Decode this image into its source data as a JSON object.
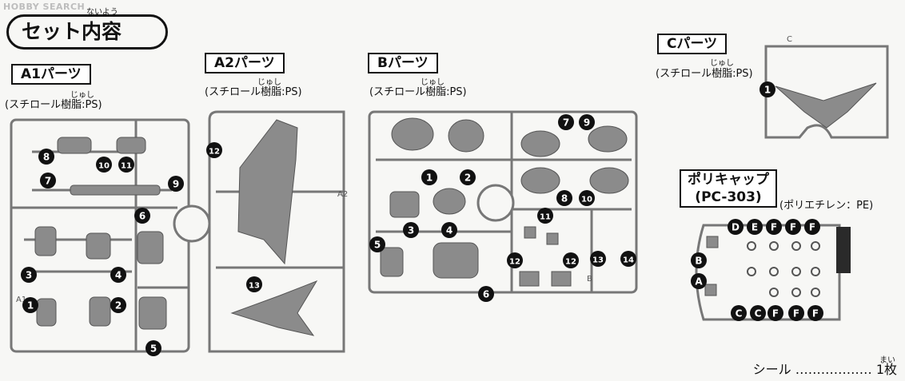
{
  "watermark": "HOBBY SEARCH",
  "title": {
    "text": "セット内容",
    "ruby": "ないよう"
  },
  "runners": {
    "a1": {
      "label": "A1パーツ",
      "ruby": "じゅし",
      "material": "(スチロール樹脂:PS)",
      "stamp": "A1",
      "parts": [
        "8",
        "7",
        "10",
        "11",
        "9",
        "6",
        "3",
        "4",
        "1",
        "2",
        "5"
      ]
    },
    "a2": {
      "label": "A2パーツ",
      "ruby": "じゅし",
      "material": "(スチロール樹脂:PS)",
      "stamp": "A2",
      "parts": [
        "12",
        "13"
      ]
    },
    "b": {
      "label": "Bパーツ",
      "ruby": "じゅし",
      "material": "(スチロール樹脂:PS)",
      "stamp": "B",
      "parts": [
        "7",
        "9",
        "1",
        "2",
        "8",
        "10",
        "3",
        "4",
        "11",
        "5",
        "12",
        "12",
        "13",
        "14",
        "6"
      ]
    },
    "c": {
      "label": "Cパーツ",
      "ruby": "じゅし",
      "material": "(スチロール樹脂:PS)",
      "stamp": "C",
      "parts": [
        "1"
      ]
    },
    "poly": {
      "label_line1": "ポリキャップ",
      "label_line2": "(PC-303)",
      "material": "(ポリエチレン：PE)",
      "parts": [
        "D",
        "E",
        "F",
        "F",
        "F",
        "B",
        "A",
        "C",
        "C",
        "F",
        "F",
        "F"
      ]
    }
  },
  "seal": {
    "text": "シール ……………… 1枚",
    "ruby": "まい"
  }
}
